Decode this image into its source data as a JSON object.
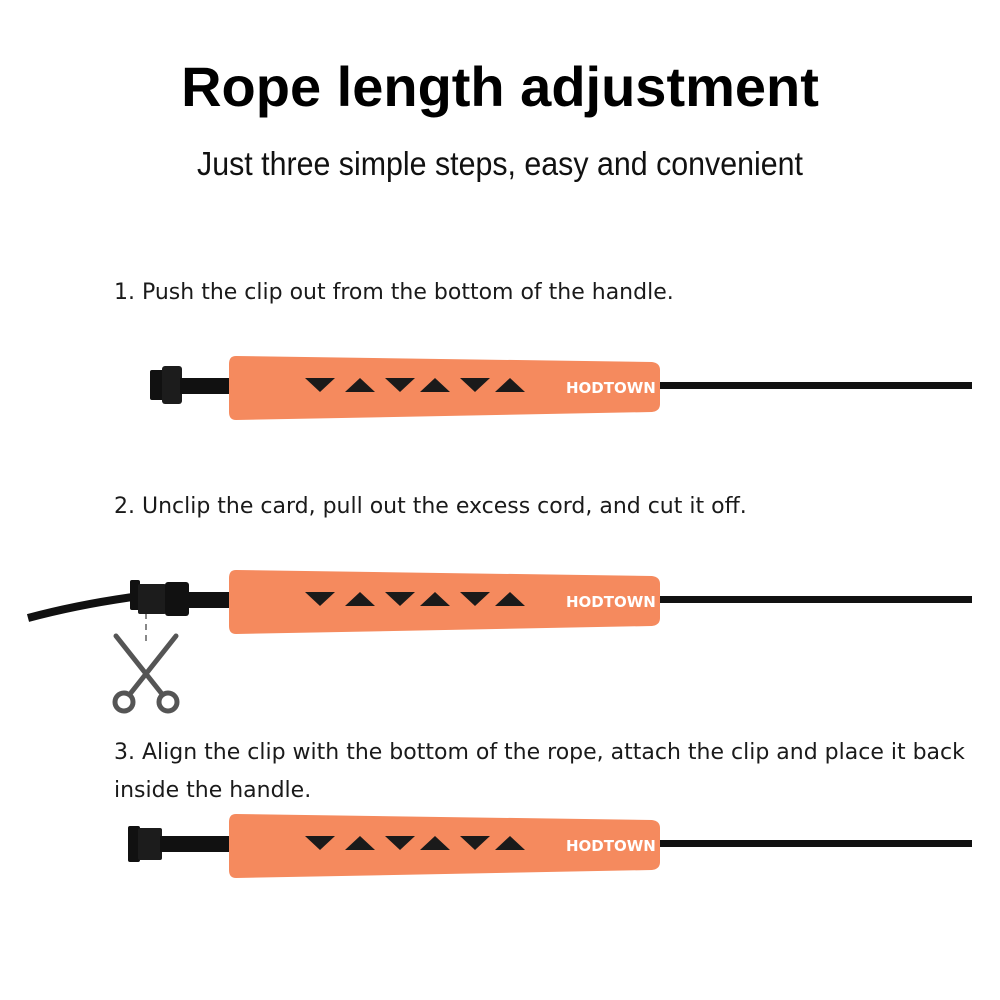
{
  "header": {
    "title": "Rope length adjustment",
    "subtitle": "Just three simple steps, easy and convenient"
  },
  "steps": [
    {
      "text": "1. Push the clip out from the bottom of the handle."
    },
    {
      "text": "2. Unclip the card, pull out the excess cord, and cut it off."
    },
    {
      "text": "3. Align the clip with the bottom of the rope, attach the clip and place it back inside the handle."
    }
  ],
  "product": {
    "brand": "HODTOWN",
    "handle_color": "#F58A5E",
    "rope_color": "#111111"
  },
  "icons": {
    "scissors": "scissors-icon"
  }
}
